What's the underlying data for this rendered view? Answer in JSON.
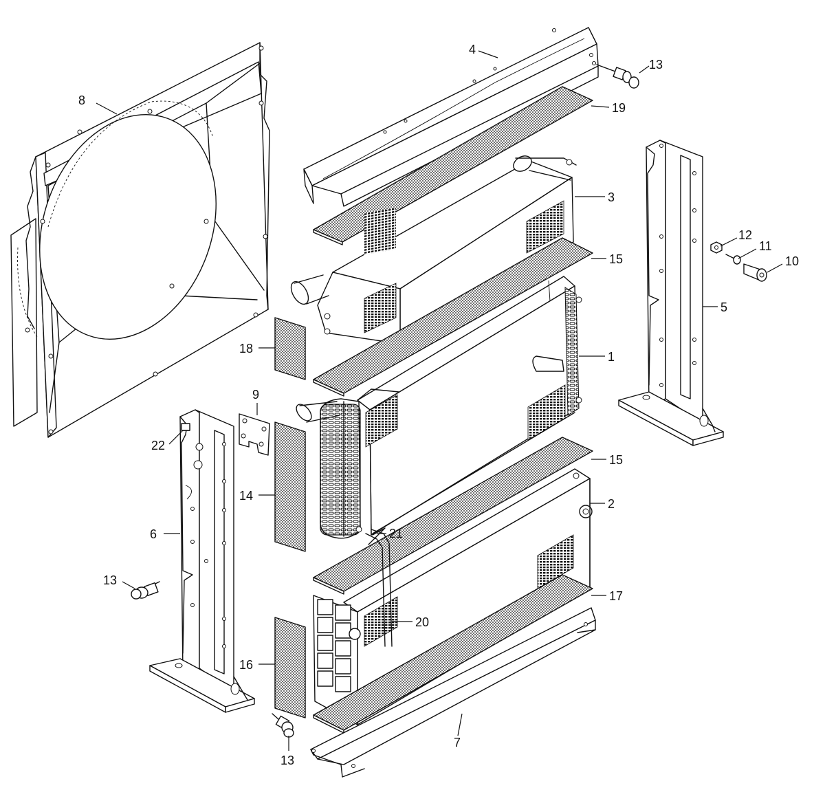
{
  "callouts": [
    {
      "id": "c8",
      "text": "8"
    },
    {
      "id": "c4",
      "text": "4"
    },
    {
      "id": "c13a",
      "text": "13"
    },
    {
      "id": "c19",
      "text": "19"
    },
    {
      "id": "c3",
      "text": "3"
    },
    {
      "id": "c12",
      "text": "12"
    },
    {
      "id": "c11",
      "text": "11"
    },
    {
      "id": "c10",
      "text": "10"
    },
    {
      "id": "c15a",
      "text": "15"
    },
    {
      "id": "c5",
      "text": "5"
    },
    {
      "id": "c18",
      "text": "18"
    },
    {
      "id": "c1",
      "text": "1"
    },
    {
      "id": "c9",
      "text": "9"
    },
    {
      "id": "c22",
      "text": "22"
    },
    {
      "id": "c15b",
      "text": "15"
    },
    {
      "id": "c14",
      "text": "14"
    },
    {
      "id": "c2",
      "text": "2"
    },
    {
      "id": "c6",
      "text": "6"
    },
    {
      "id": "c21",
      "text": "21"
    },
    {
      "id": "c13b",
      "text": "13"
    },
    {
      "id": "c17",
      "text": "17"
    },
    {
      "id": "c20",
      "text": "20"
    },
    {
      "id": "c16",
      "text": "16"
    },
    {
      "id": "c7",
      "text": "7"
    },
    {
      "id": "c13c",
      "text": "13"
    }
  ],
  "colors": {
    "line": "#111111",
    "background": "#ffffff",
    "mesh": "#111111"
  }
}
